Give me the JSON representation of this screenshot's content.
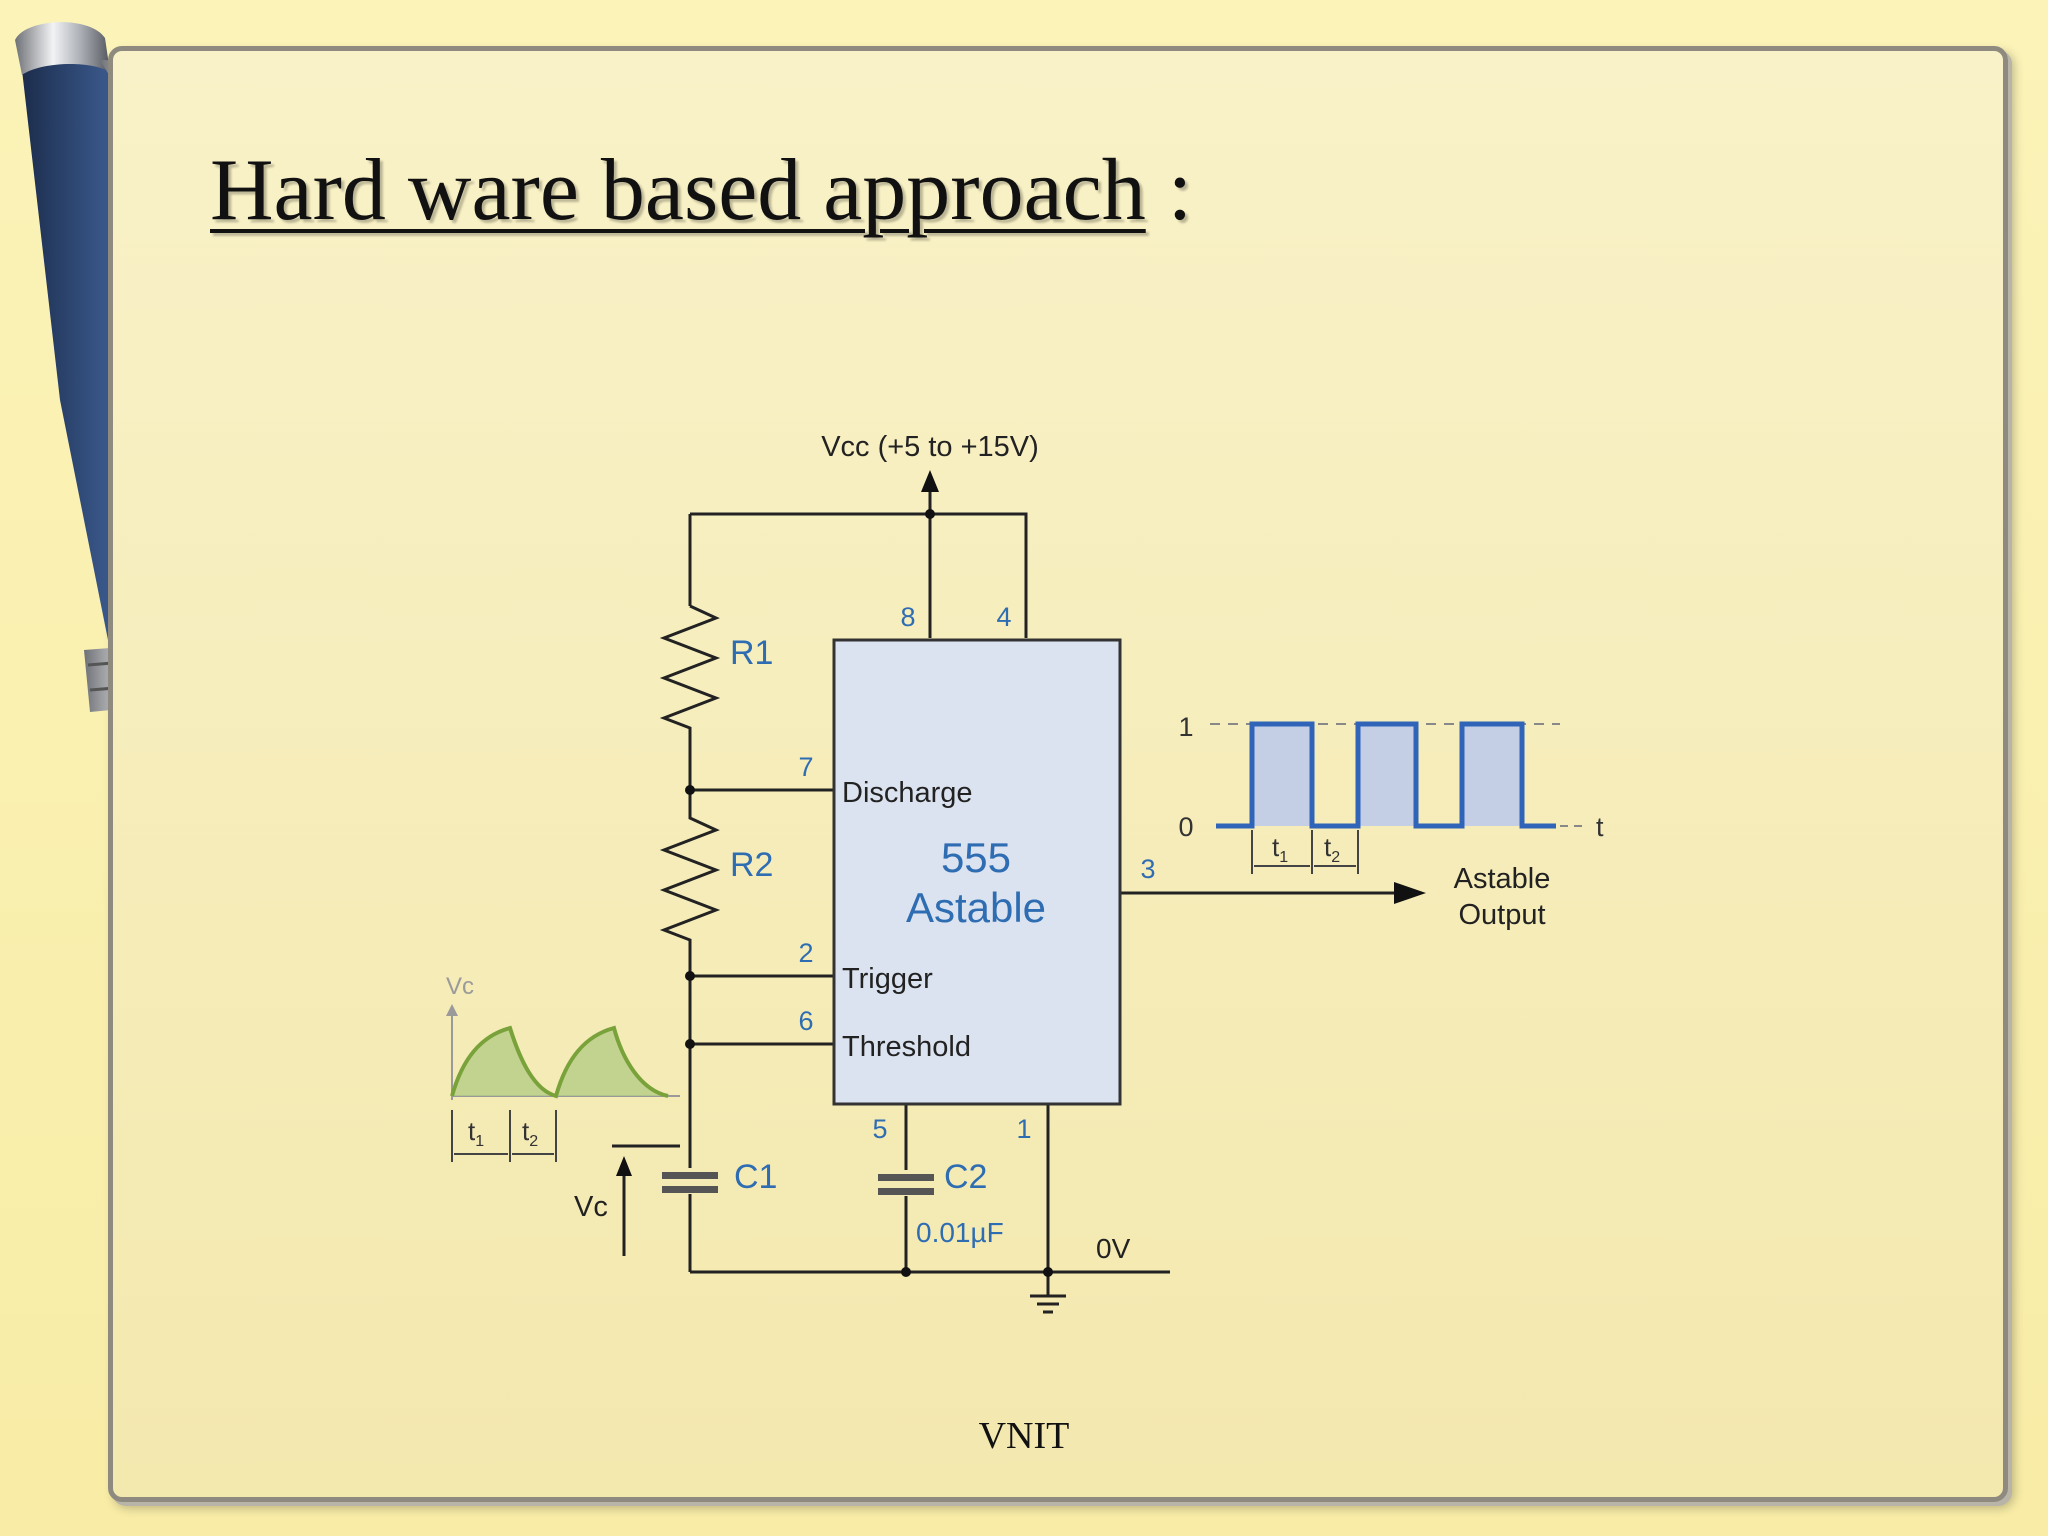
{
  "slide": {
    "title": "Hard ware based approach",
    "title_suffix": " :",
    "footer": "VNIT"
  },
  "circuit": {
    "supply_label": "Vcc (+5 to +15V)",
    "chip": {
      "line1": "555",
      "line2": "Astable"
    },
    "pins": {
      "p8": "8",
      "p4": "4",
      "p7": "7",
      "p2": "2",
      "p6": "6",
      "p5": "5",
      "p1": "1",
      "p3": "3",
      "discharge": "Discharge",
      "trigger": "Trigger",
      "threshold": "Threshold"
    },
    "components": {
      "r1": "R1",
      "r2": "R2",
      "c1": "C1",
      "c2": "C2",
      "c2_value": "0.01µF"
    },
    "ground_label": "0V",
    "output_label_1": "Astable",
    "output_label_2": "Output",
    "vc_label": "Vc",
    "vc_graph_label": "Vc",
    "output_wave": {
      "one": "1",
      "zero": "0",
      "t": "t",
      "t1": "t",
      "t2": "t",
      "sub1": "1",
      "sub2": "2"
    },
    "vc_wave": {
      "t1": "t",
      "t2": "t",
      "sub1": "1",
      "sub2": "2"
    }
  },
  "colors": {
    "pen_body": "#2e4872",
    "chip_fill": "#dce3f0",
    "pin_blue": "#2f6db3",
    "wave_blue": "#2f64b8",
    "wave_fill": "#c4cfe6",
    "vc_green": "#7aa23b",
    "vc_fill": "#b5cd86"
  }
}
